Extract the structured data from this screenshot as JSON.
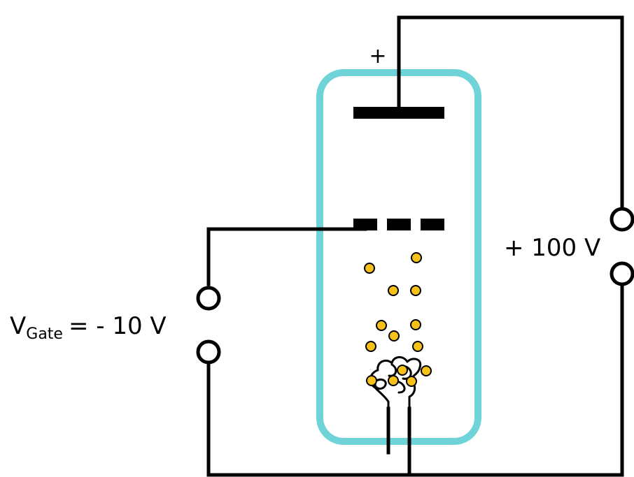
{
  "diagram": {
    "plate_sign": "+",
    "gate_voltage": {
      "symbol": "V",
      "subscript": "Gate",
      "value": "= - 10 V"
    },
    "anode_voltage": "+ 100 V",
    "colors": {
      "tube_glass": "#6fd3d8",
      "electron": "#f6c21a",
      "wire": "#000000"
    },
    "electron_count": 14
  }
}
